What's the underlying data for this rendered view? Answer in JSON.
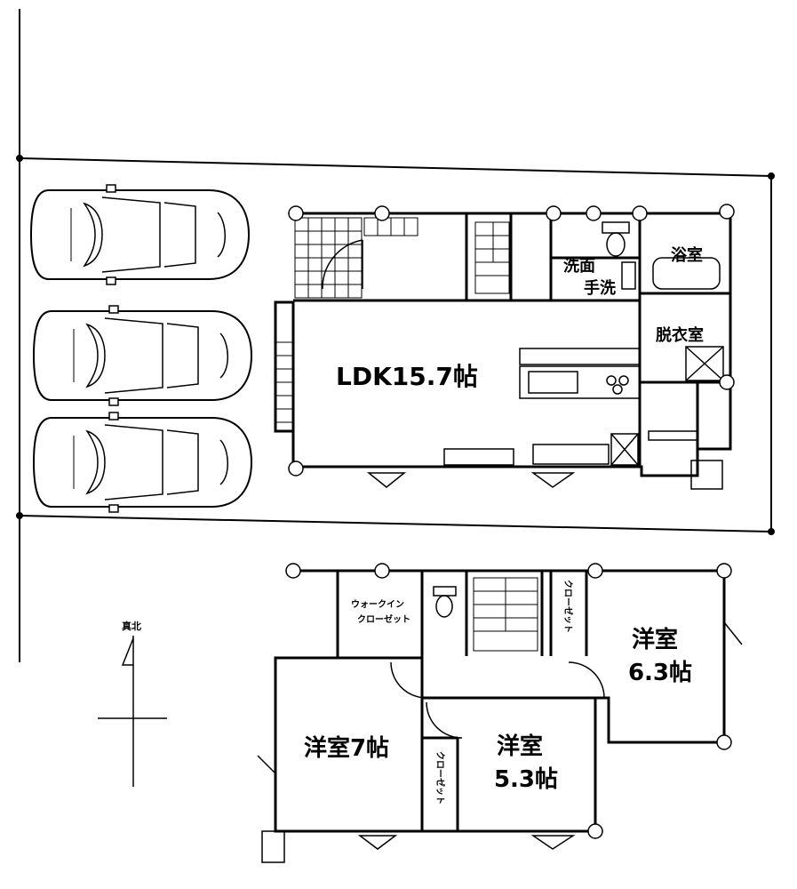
{
  "plan": {
    "north_label": "真北",
    "ground_floor": {
      "ldk": "LDK15.7帖",
      "bath": "浴室",
      "washroom_line1": "洗面",
      "washroom_line2": "手洗",
      "dressing": "脱衣室"
    },
    "upper_floor": {
      "walkin_line1": "ウォークイン",
      "walkin_line2": "クローゼット",
      "closet": "クローゼット",
      "room_63_name": "洋室",
      "room_63_size": "6.3帖",
      "room_7": "洋室7帖",
      "room_53_name": "洋室",
      "room_53_size": "5.3帖"
    },
    "parking_spaces": 3
  }
}
